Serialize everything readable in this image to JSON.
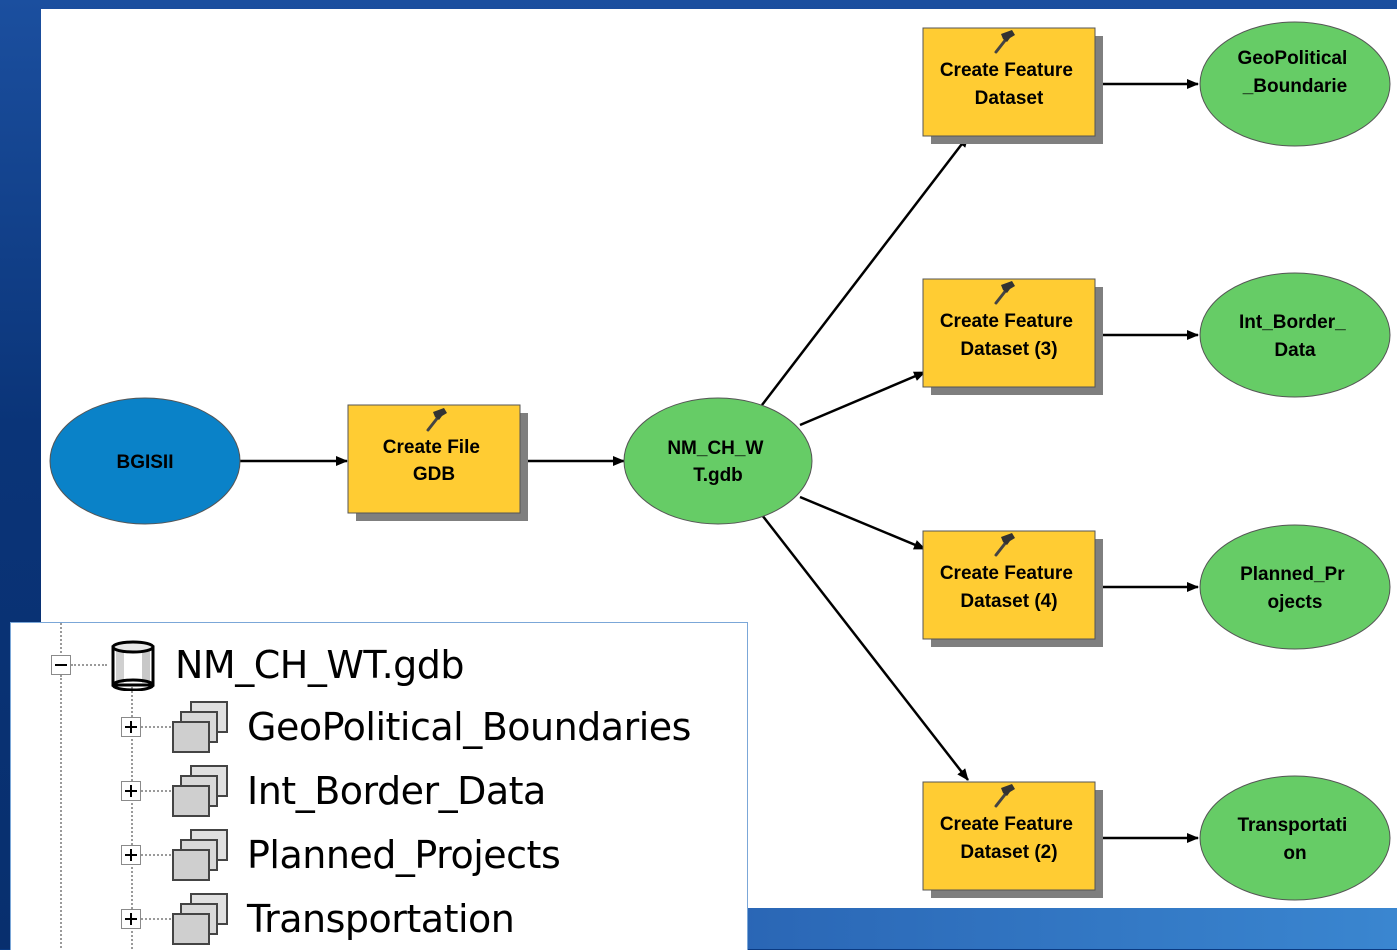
{
  "diagram": {
    "input_node": {
      "label_lines": [
        "BGISII"
      ],
      "color": "#0a82c8"
    },
    "create_gdb_tool": {
      "label_lines": [
        "Create File",
        "GDB"
      ]
    },
    "gdb_output": {
      "label_lines": [
        "NM_CH_W",
        "T.gdb"
      ]
    },
    "tools": [
      {
        "label_lines": [
          "Create Feature",
          "Dataset"
        ]
      },
      {
        "label_lines": [
          "Create Feature",
          "Dataset (3)"
        ]
      },
      {
        "label_lines": [
          "Create Feature",
          "Dataset (4)"
        ]
      },
      {
        "label_lines": [
          "Create Feature",
          "Dataset (2)"
        ]
      }
    ],
    "outputs": [
      {
        "label_lines": [
          "GeoPolitical",
          "_Boundarie"
        ]
      },
      {
        "label_lines": [
          "Int_Border_",
          "Data"
        ]
      },
      {
        "label_lines": [
          "Planned_Pr",
          "ojects"
        ]
      },
      {
        "label_lines": [
          "Transportati",
          "on"
        ]
      }
    ],
    "colors": {
      "tool_fill": "#ffcc33",
      "data_fill": "#66cc66",
      "input_fill": "#0a82c8",
      "shadow": "#7f7f7f"
    }
  },
  "catalog_tree": {
    "root": {
      "label": "NM_CH_WT.gdb",
      "icon": "file-geodatabase-icon",
      "expanded": true
    },
    "children": [
      {
        "label": "GeoPolitical_Boundaries",
        "icon": "feature-dataset-icon"
      },
      {
        "label": "Int_Border_Data",
        "icon": "feature-dataset-icon"
      },
      {
        "label": "Planned_Projects",
        "icon": "feature-dataset-icon"
      },
      {
        "label": "Transportation",
        "icon": "feature-dataset-icon"
      }
    ]
  }
}
